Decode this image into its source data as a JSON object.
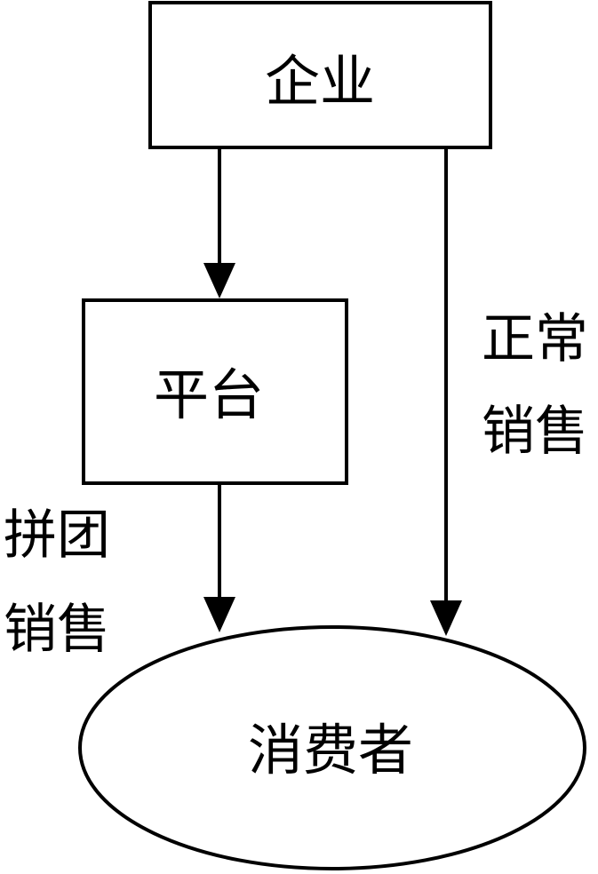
{
  "nodes": {
    "enterprise": {
      "label": "企业"
    },
    "platform": {
      "label": "平台"
    },
    "consumer": {
      "label": "消费者"
    }
  },
  "edges": {
    "normal_sales": {
      "line1": "正常",
      "line2": "销售"
    },
    "group_buying_sales": {
      "line1": "拼团",
      "line2": "销售"
    }
  },
  "colors": {
    "stroke": "#000000",
    "background": "#ffffff"
  }
}
